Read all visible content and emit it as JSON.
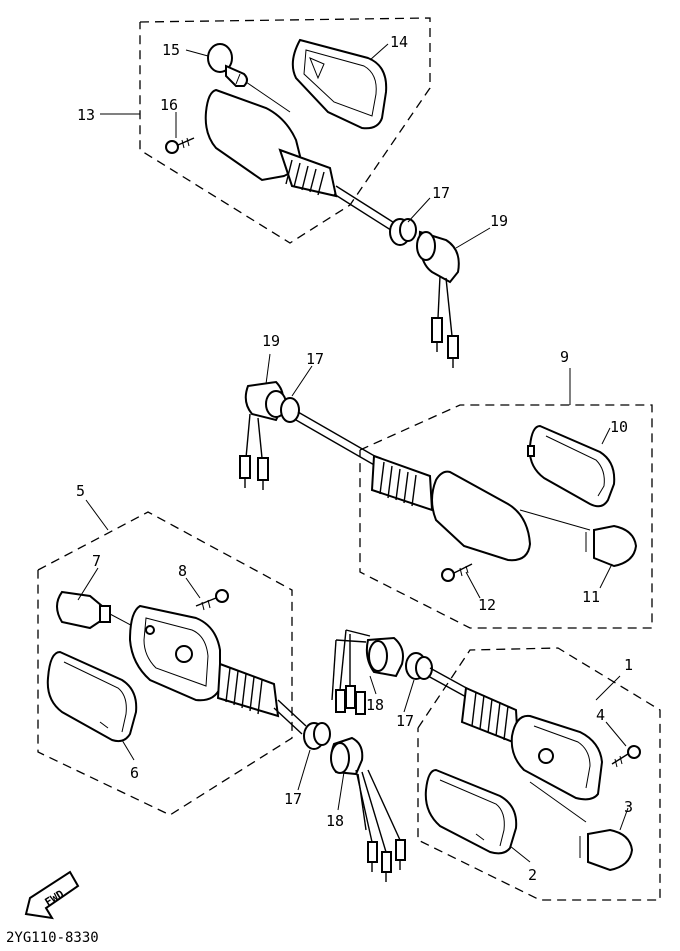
{
  "diagram": {
    "drawing_number": "2YG110-8330",
    "fwd_label": "FWD",
    "callouts": [
      {
        "id": "c1",
        "text": "1"
      },
      {
        "id": "c2",
        "text": "2"
      },
      {
        "id": "c3",
        "text": "3"
      },
      {
        "id": "c4",
        "text": "4"
      },
      {
        "id": "c5",
        "text": "5"
      },
      {
        "id": "c6",
        "text": "6"
      },
      {
        "id": "c7",
        "text": "7"
      },
      {
        "id": "c8",
        "text": "8"
      },
      {
        "id": "c9",
        "text": "9"
      },
      {
        "id": "c10",
        "text": "10"
      },
      {
        "id": "c11",
        "text": "11"
      },
      {
        "id": "c12",
        "text": "12"
      },
      {
        "id": "c13",
        "text": "13"
      },
      {
        "id": "c14",
        "text": "14"
      },
      {
        "id": "c15",
        "text": "15"
      },
      {
        "id": "c16",
        "text": "16"
      },
      {
        "id": "c17a",
        "text": "17"
      },
      {
        "id": "c17b",
        "text": "17"
      },
      {
        "id": "c17c",
        "text": "17"
      },
      {
        "id": "c17d",
        "text": "17"
      },
      {
        "id": "c18a",
        "text": "18"
      },
      {
        "id": "c18b",
        "text": "18"
      },
      {
        "id": "c19a",
        "text": "19"
      },
      {
        "id": "c19b",
        "text": "19"
      }
    ]
  }
}
